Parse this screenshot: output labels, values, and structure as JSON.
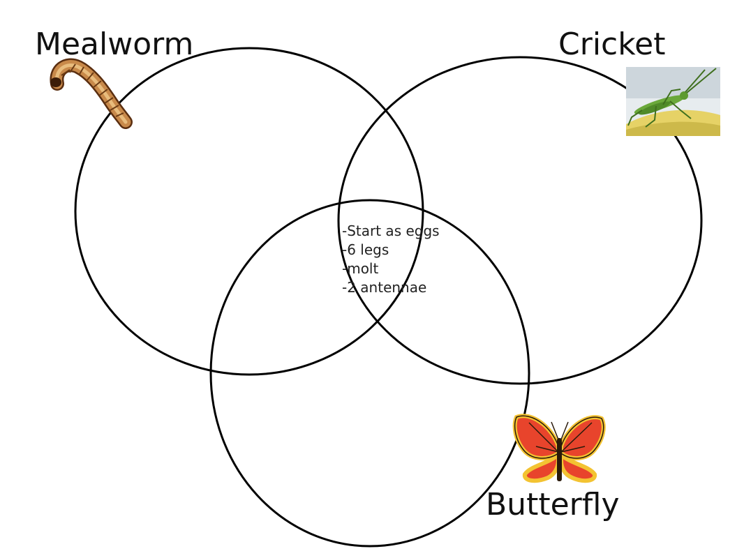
{
  "diagram": {
    "type": "venn",
    "sets": [
      {
        "label": "Mealworm",
        "image": "mealworm-larva-picture"
      },
      {
        "label": "Cricket",
        "image": "green-cricket-photo"
      },
      {
        "label": "Butterfly",
        "image": "orange-butterfly-illustration"
      }
    ],
    "center_items": [
      "-Start as eggs",
      "-6 legs",
      "-molt",
      "-2 antennae"
    ],
    "colors": {
      "circle_stroke": "#000000",
      "butterfly_wing": "#e8442c",
      "butterfly_edge": "#f3c332",
      "cricket_green": "#6aa83a",
      "mealworm_tan": "#c8894a"
    }
  }
}
